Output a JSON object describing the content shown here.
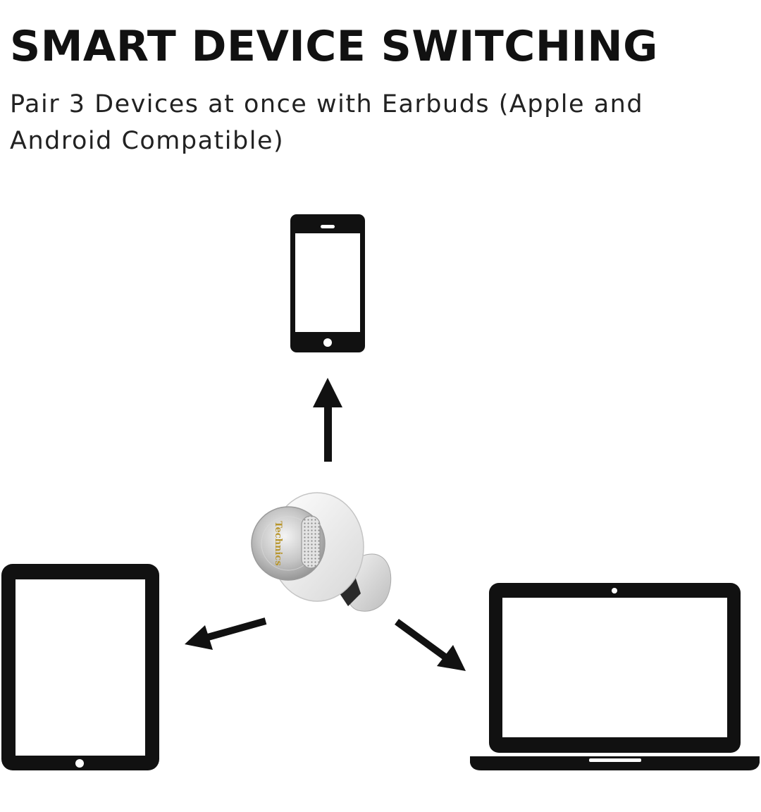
{
  "header": {
    "title": "SMART DEVICE SWITCHING",
    "subtitle": "Pair 3 Devices at once with Earbuds (Apple and Android Compatible)"
  },
  "product": {
    "brand_mark": "Technics"
  },
  "icons": {
    "top_device": "smartphone-icon",
    "left_device": "tablet-icon",
    "right_device": "laptop-icon",
    "center": "earbud"
  },
  "colors": {
    "text": "#111111",
    "icon": "#111111",
    "background": "#ffffff",
    "earbud_silver": "#c9c9c9",
    "brand_gold": "#b8962e"
  }
}
